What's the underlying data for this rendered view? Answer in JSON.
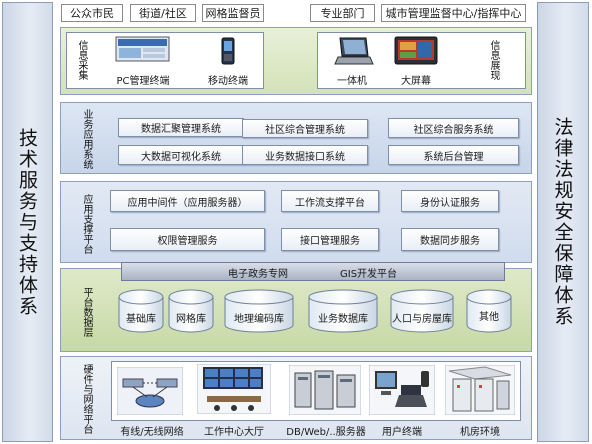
{
  "left_side": {
    "text": "技术服务与支持体系"
  },
  "right_side": {
    "text": "法律法规安全保障体系"
  },
  "top_row": [
    "公众市民",
    "街道/社区",
    "网格监督员",
    "专业部门",
    "城市管理监督中心/指挥中心"
  ],
  "info_layer": {
    "left_label": "信息采集",
    "right_label": "信息展现",
    "items": [
      {
        "label": "PC管理终端",
        "icon": "pc-terminal-icon"
      },
      {
        "label": "移动终端",
        "icon": "mobile-terminal-icon"
      },
      {
        "label": "一体机",
        "icon": "laptop-icon"
      },
      {
        "label": "大屏幕",
        "icon": "big-screen-icon"
      }
    ]
  },
  "business_layer": {
    "label": "业务应用系统",
    "boxes": [
      "数据汇聚管理系统",
      "社区综合管理系统",
      "社区综合服务系统",
      "大数据可视化系统",
      "业务数据接口系统",
      "系统后台管理"
    ]
  },
  "support_layer": {
    "label": "应用支撑平台",
    "boxes": [
      "应用中间件（应用服务器）",
      "工作流支撑平台",
      "身份认证服务",
      "权限管理服务",
      "接口管理服务",
      "数据同步服务"
    ]
  },
  "data_layer": {
    "label": "平台数据层",
    "bus_left": "电子政务专网",
    "bus_right": "GIS开发平台",
    "dbs": [
      "基础库",
      "网格库",
      "地理编码库",
      "业务数据库",
      "人口与房屋库",
      "其他"
    ]
  },
  "hardware_layer": {
    "label": "硬件与网络平台",
    "items": [
      {
        "label": "有线/无线网络",
        "icon": "network-icon"
      },
      {
        "label": "工作中心大厅",
        "icon": "hall-icon"
      },
      {
        "label": "DB/Web/..服务器",
        "icon": "server-icon"
      },
      {
        "label": "用户终端",
        "icon": "user-terminal-icon"
      },
      {
        "label": "机房环境",
        "icon": "server-room-icon"
      }
    ]
  }
}
